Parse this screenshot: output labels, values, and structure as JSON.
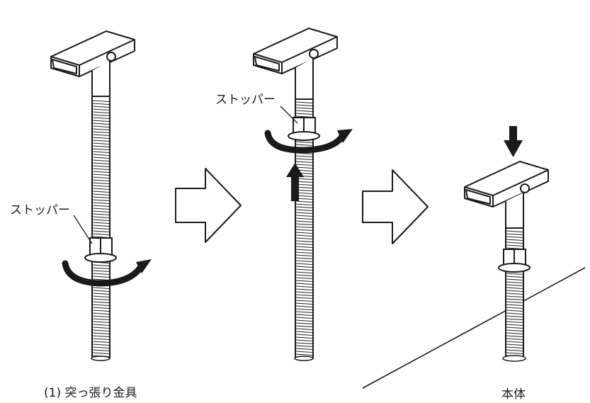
{
  "labels": {
    "stopper_1": "ストッパー",
    "stopper_2": "ストッパー",
    "caption_left": "(1) 突っ張り金具",
    "caption_right": "本体"
  },
  "colors": {
    "ink": "#1a1a1a",
    "fill": "#ffffff"
  },
  "icons": {
    "step_arrow": "hollow-right-arrow",
    "rotate_arrow": "curved-rotation-arrow",
    "push_arrow": "down-arrow",
    "lift_arrow": "up-arrow"
  }
}
